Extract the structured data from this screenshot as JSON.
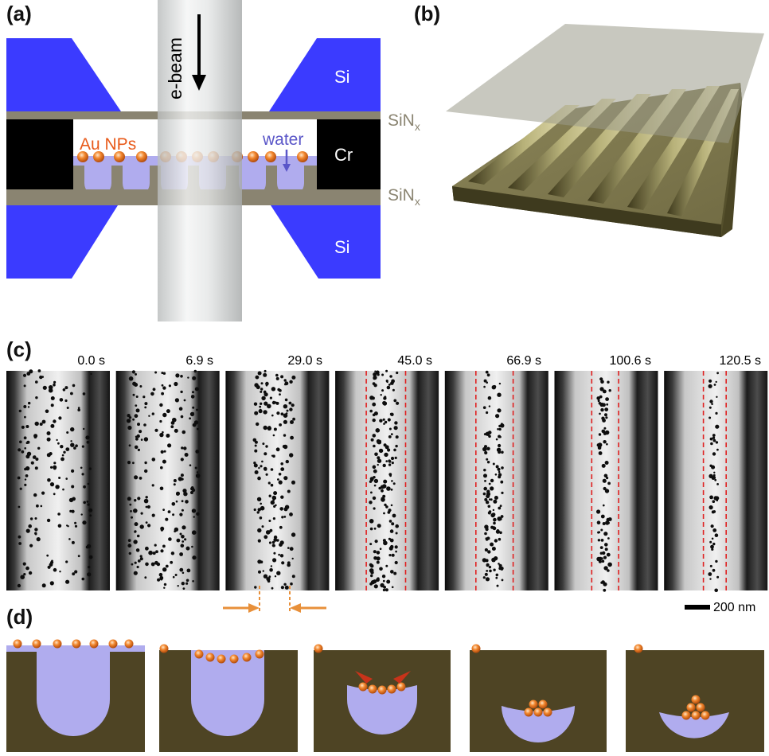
{
  "panels": {
    "a": "(a)",
    "b": "(b)",
    "c": "(c)",
    "d": "(d)"
  },
  "schematic_a": {
    "ebeam": "e-beam",
    "si_top": "Si",
    "si_bottom": "Si",
    "cr": "Cr",
    "au_nps": "Au NPs",
    "water": "water",
    "sinx_top": "SiN",
    "sinx_bottom": "SiN",
    "sub_x": "x"
  },
  "timelapse": {
    "times": [
      "0.0 s",
      "6.9 s",
      "29.0 s",
      "45.0 s",
      "66.9 s",
      "100.6 s",
      "120.5 s"
    ]
  },
  "scalebar": {
    "label": "200 nm"
  },
  "colors": {
    "si_blue": "#3b3bff",
    "cr_black": "#000000",
    "sinx_gray": "#8a8471",
    "water": "#b0acee",
    "au_orange": "#f07a22",
    "membrane_olive": "#4e4424",
    "dashed_red": "#e02020"
  }
}
